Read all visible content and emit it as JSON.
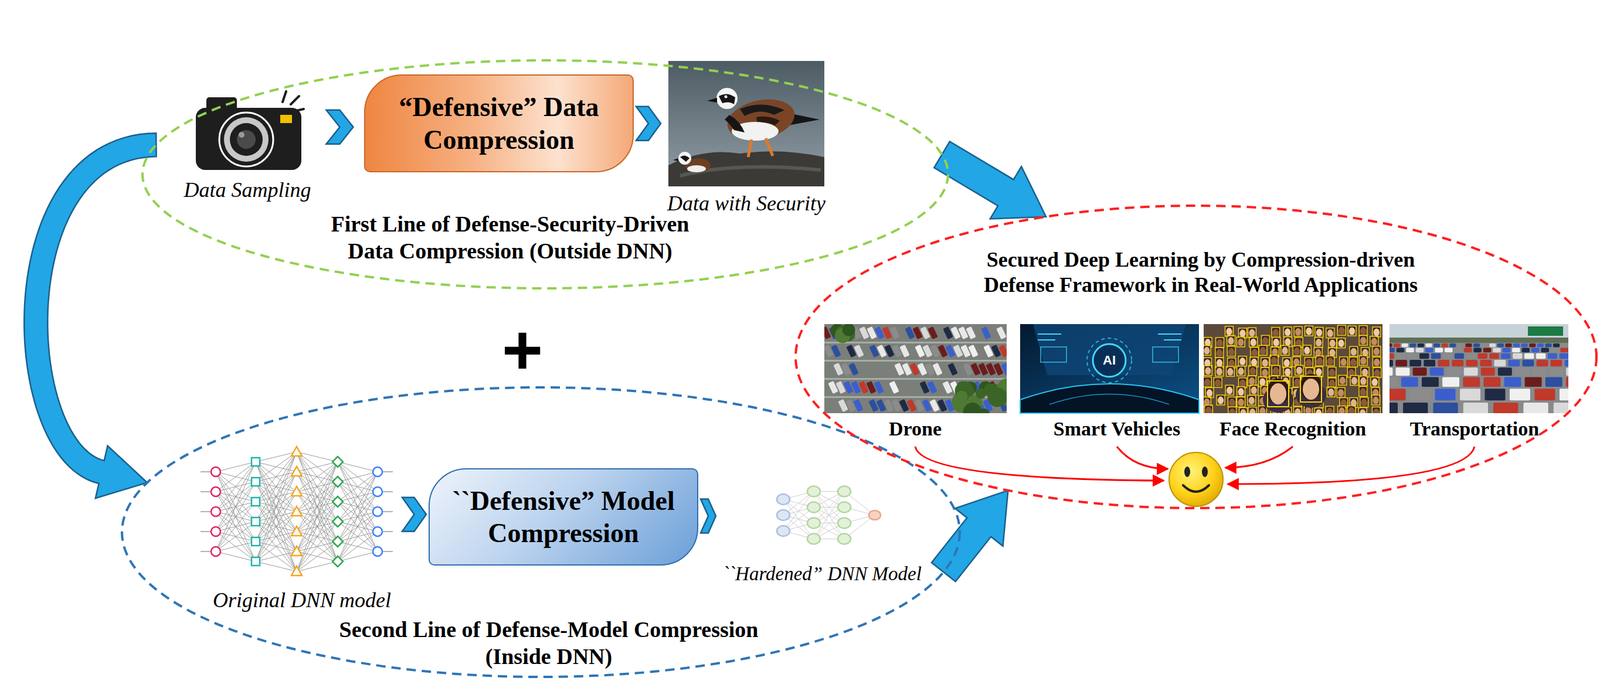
{
  "diagram": {
    "nodes": [
      {
        "text": [
          "First Line of Defense-Security-Driven Data Compression (Outside DNN)"
        ]
      },
      {
        "text": [
          "Data Sampling"
        ],
        "in": 0
      },
      {
        "text": [
          "“Defensive” Data Compression"
        ],
        "in": 0
      },
      {
        "text": [
          "Data with Security"
        ],
        "in": 0
      },
      {
        "text": [
          "Second Line of Defense-Model Compression (Inside DNN)"
        ]
      },
      {
        "text": [
          "Original DNN model"
        ],
        "in": 4
      },
      {
        "text": [
          "``Defensive” Model Compression"
        ],
        "in": 4
      },
      {
        "text": [
          "``Hardened” DNN Model"
        ],
        "in": 4
      },
      {
        "text": [
          "Secured Deep Learning by Compression-driven Defense Framework in Real-World Applications"
        ]
      },
      {
        "text": [
          "Drone"
        ],
        "in": 8
      },
      {
        "text": [
          "Smart Vehicles"
        ],
        "in": 8
      },
      {
        "text": [
          "Face Recognition"
        ],
        "in": 8
      },
      {
        "text": [
          "Transportation"
        ],
        "in": 8
      }
    ],
    "edges": [
      {
        "from": 1,
        "to": 2,
        "arrow": "to"
      },
      {
        "from": 2,
        "to": 3,
        "arrow": "to"
      },
      {
        "from": 5,
        "to": 6,
        "arrow": "to"
      },
      {
        "from": 6,
        "to": 7,
        "arrow": "to"
      },
      {
        "from": 0,
        "to": 4,
        "arrow": "to"
      },
      {
        "from": 0,
        "to": 8,
        "arrow": "to"
      },
      {
        "from": 4,
        "to": 8,
        "arrow": "to"
      }
    ],
    "labels": [
      "+",
      "AI"
    ]
  }
}
